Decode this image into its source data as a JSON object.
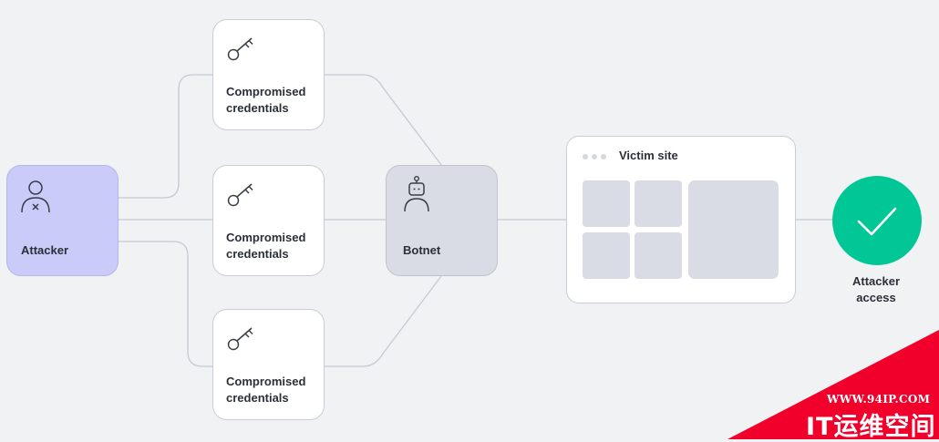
{
  "attacker": {
    "label": "Attacker",
    "icon": "person-x-icon"
  },
  "credentials": [
    {
      "line1": "Compromised",
      "line2": "credentials",
      "icon": "key-icon"
    },
    {
      "line1": "Compromised",
      "line2": "credentials",
      "icon": "key-icon"
    },
    {
      "line1": "Compromised",
      "line2": "credentials",
      "icon": "key-icon"
    }
  ],
  "botnet": {
    "label": "Botnet",
    "icon": "robot-icon"
  },
  "victim": {
    "title": "Victim site",
    "icon": "browser-dots-icon"
  },
  "access": {
    "line1": "Attacker",
    "line2": "access",
    "icon": "checkmark-icon"
  },
  "watermark": {
    "url": "WWW.94IP.COM",
    "name": "IT运维空间"
  },
  "colors": {
    "attacker_fill": "#cbcbf9",
    "botnet_fill": "#d9dce5",
    "access_fill": "#00c795",
    "watermark_red": "#f0002b",
    "background": "#f1f2f4"
  }
}
